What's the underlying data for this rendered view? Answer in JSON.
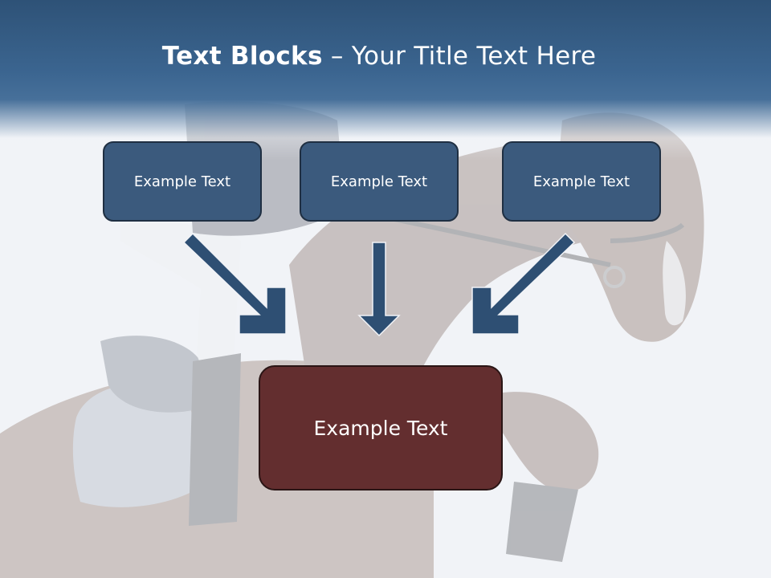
{
  "title": {
    "bold": "Text Blocks",
    "rest": " – Your Title Text Here"
  },
  "boxes": {
    "top_left": "Example Text",
    "top_center": "Example Text",
    "top_right": "Example Text",
    "bottom": "Example Text"
  },
  "colors": {
    "header": "#3b6590",
    "top_box_fill": "#3b5a7d",
    "bottom_box_fill": "#632e2f",
    "arrow": "#2e4f73"
  }
}
